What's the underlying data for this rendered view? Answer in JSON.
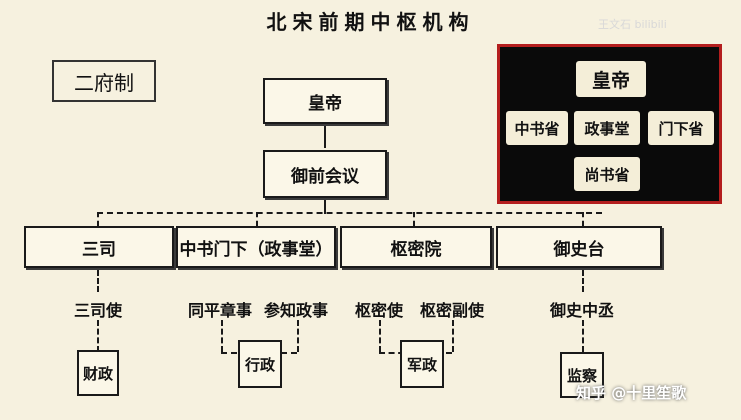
{
  "title": "北宋前期中枢机构",
  "system_label": "二府制",
  "nodes": {
    "emperor": "皇帝",
    "council": "御前会议",
    "sansi": "三司",
    "zhongshu": "中书门下（政事堂）",
    "shumiyuan": "枢密院",
    "yushitai": "御史台"
  },
  "officials": {
    "sansi_shi": "三司使",
    "tongping": "同平章事",
    "canzhi": "参知政事",
    "shumi_shi": "枢密使",
    "shumi_fushi": "枢密副使",
    "yushi_zhongcheng": "御史中丞"
  },
  "functions": {
    "caizheng": "财政",
    "xingzheng": "行政",
    "junzheng": "军政",
    "jiancha": "监察"
  },
  "inset": {
    "emperor": "皇帝",
    "zhongshu_sheng": "中书省",
    "zhengshitang": "政事堂",
    "menxia_sheng": "门下省",
    "shangshu_sheng": "尚书省"
  },
  "watermarks": {
    "top_right": "王文石 bilibili",
    "bottom_right": "知乎 @十里笙歌"
  },
  "colors": {
    "background": "#f6f1df",
    "box_fill": "#fbf7e8",
    "inset_bg": "#0a0a0a",
    "inset_border": "#b41e1e"
  }
}
